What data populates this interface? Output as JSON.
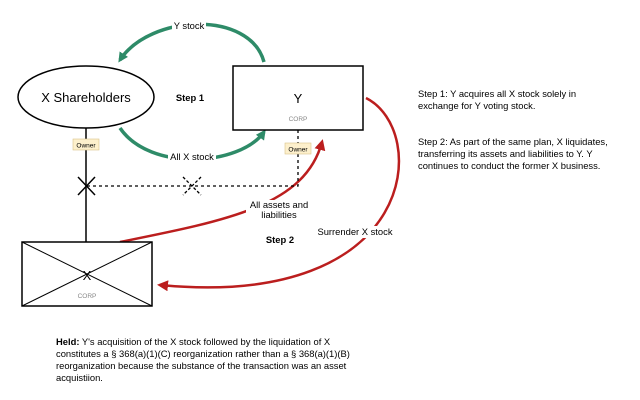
{
  "nodes": {
    "x_shareholders": "X Shareholders",
    "y_corp": {
      "name": "Y",
      "type": "CORP"
    },
    "x_corp": {
      "name": "X",
      "type": "CORP"
    }
  },
  "tags": {
    "owner_left": "Owner",
    "owner_right": "Owner"
  },
  "labels": {
    "step1": "Step 1",
    "step2": "Step 2",
    "y_stock": "Y stock",
    "all_x_stock": "All X stock",
    "all_assets_line1": "All assets and",
    "all_assets_line2": "liabilities",
    "surrender_x_stock": "Surrender X stock"
  },
  "notes": {
    "step1_text": "Step 1: Y acquires all X stock solely in exchange for Y voting stock.",
    "step2_text": "Step 2: As part of the same plan, X liquidates, transferring its assets and liabilities to Y. Y continues to conduct the former X business."
  },
  "held": {
    "label": "Held:",
    "text": "Y's acquisition of the X stock followed by the liquidation of X constitutes a § 368(a)(1)(C) reorganization rather than a § 368(a)(1)(B) reorganization because the substance of the transaction was an asset acquistiion."
  },
  "colors": {
    "green": "#2e8b68",
    "red": "#bb1e1e",
    "owner_bg": "#fdf0cc",
    "corp_gray": "#888888"
  }
}
